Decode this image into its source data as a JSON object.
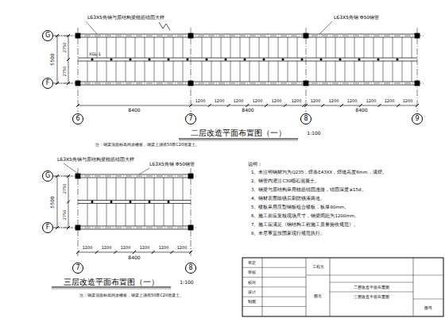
{
  "diagram": {
    "nodes": [
      {
        "text": [
          "G"
        ]
      },
      {
        "text": [
          "F"
        ]
      },
      {
        "text": [
          "6"
        ]
      },
      {
        "text": [
          "7"
        ]
      },
      {
        "text": [
          "8"
        ]
      },
      {
        "text": [
          "9"
        ]
      },
      {
        "text": [
          "G"
        ]
      },
      {
        "text": [
          "F"
        ]
      },
      {
        "text": [
          "7"
        ]
      },
      {
        "text": [
          "8"
        ]
      }
    ],
    "labels": [
      "L63X5角钢与原结构梁植筋锚固大样",
      "L63X5角钢 Φ50钢管",
      "XGL-1",
      "5500",
      "2750",
      "2750",
      "8400",
      "8400",
      "8400",
      "1200",
      "1200",
      "1200",
      "1200",
      "1200",
      "1200",
      "1200",
      "1200",
      "1200",
      "1200",
      "1200",
      "1200",
      "二层改造平面布置图（一）",
      "1:100",
      "注：钢梁顶面标高同原楼板，钢梁上浇筑50厚C20混凝土。",
      "L63X5角钢与原结构梁植筋锚固大样",
      "L63X5角钢 Φ50钢管",
      "5500",
      "2750",
      "2750",
      "8400",
      "1200",
      "1200",
      "1200",
      "1200",
      "1200",
      "1200",
      "三层改造平面布置图（一）",
      "1:100",
      "注：钢梁顶面标高同原楼板，钢梁上浇筑50厚C20混凝土。",
      "说明：",
      "1、未注明钢材均为Q235，焊条E43XX，焊缝高度6mm，满焊。",
      "2、钢管内灌注C30细石混凝土。",
      "3、钢梁与原结构采用植筋锚固连接，锚固深度≥15d。",
      "4、钢材表面除锈后刷防锈漆两道。",
      "5、楼板采用压型钢板组合楼板，板厚80mm。",
      "6、施工前应复核现场尺寸，钢梁间距为1200mm。",
      "7、施工应满足《钢结构工程施工质量验收规范》。",
      "8、未尽事宜按国家现行规范执行。",
      "审定",
      "审核",
      "校对",
      "设计",
      "制图",
      "工程名",
      "图名",
      "二层改造平面布置图",
      "三层改造平面布置图",
      "图号"
    ]
  }
}
